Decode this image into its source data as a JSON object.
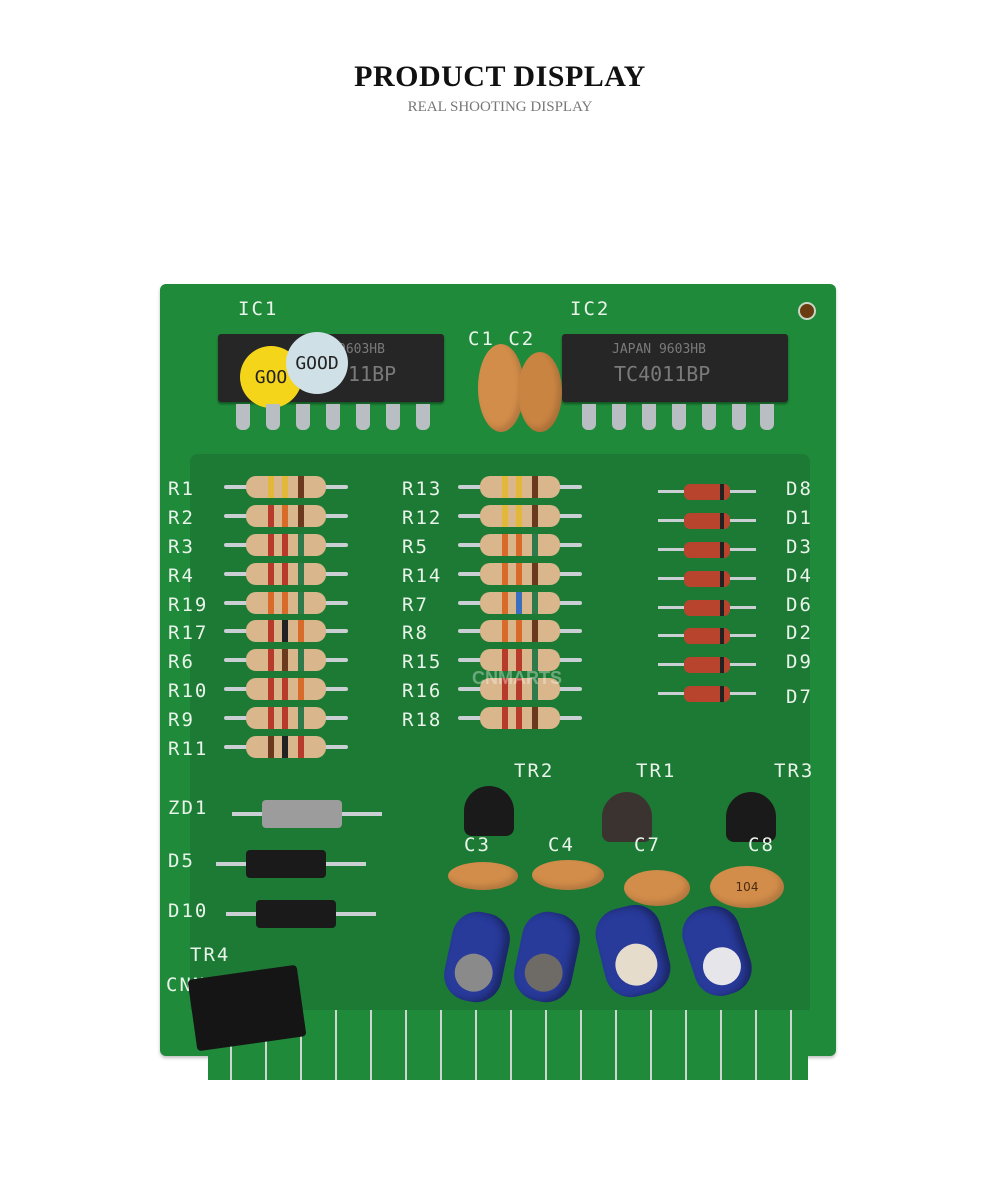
{
  "header": {
    "title": "PRODUCT DISPLAY",
    "subtitle": "REAL SHOOTING DISPLAY"
  },
  "board": {
    "silkscreen": {
      "ic1": "IC1",
      "ic2": "IC2",
      "c1c2": "C1 C2",
      "resistors_left": [
        "R1",
        "R2",
        "R3",
        "R4",
        "R19",
        "R17",
        "R6",
        "R10",
        "R9",
        "R11"
      ],
      "resistors_mid": [
        "R13",
        "R12",
        "R5",
        "R14",
        "R7",
        "R8",
        "R15",
        "R16",
        "R18"
      ],
      "diodes_right": [
        "D8",
        "D1",
        "D3",
        "D4",
        "D6",
        "D2",
        "D9",
        "D7"
      ],
      "zd1": "ZD1",
      "d5": "D5",
      "d10": "D10",
      "tr4": "TR4",
      "cnn": "CNN",
      "tr2": "TR2",
      "tr1": "TR1",
      "tr3": "TR3",
      "c3": "C3",
      "c4": "C4",
      "c7": "C7",
      "c8": "C8"
    },
    "ic1": {
      "sticker_yellow": "GOO",
      "sticker_blue": "GOOD",
      "marking_line1": "9603HB",
      "marking_line2": "11BP"
    },
    "ic2": {
      "marking_line1": "JAPAN 9603HB",
      "marking_line2": "TC4011BP"
    },
    "cap_c8_marking": "104",
    "watermark": "CNMARTS"
  }
}
